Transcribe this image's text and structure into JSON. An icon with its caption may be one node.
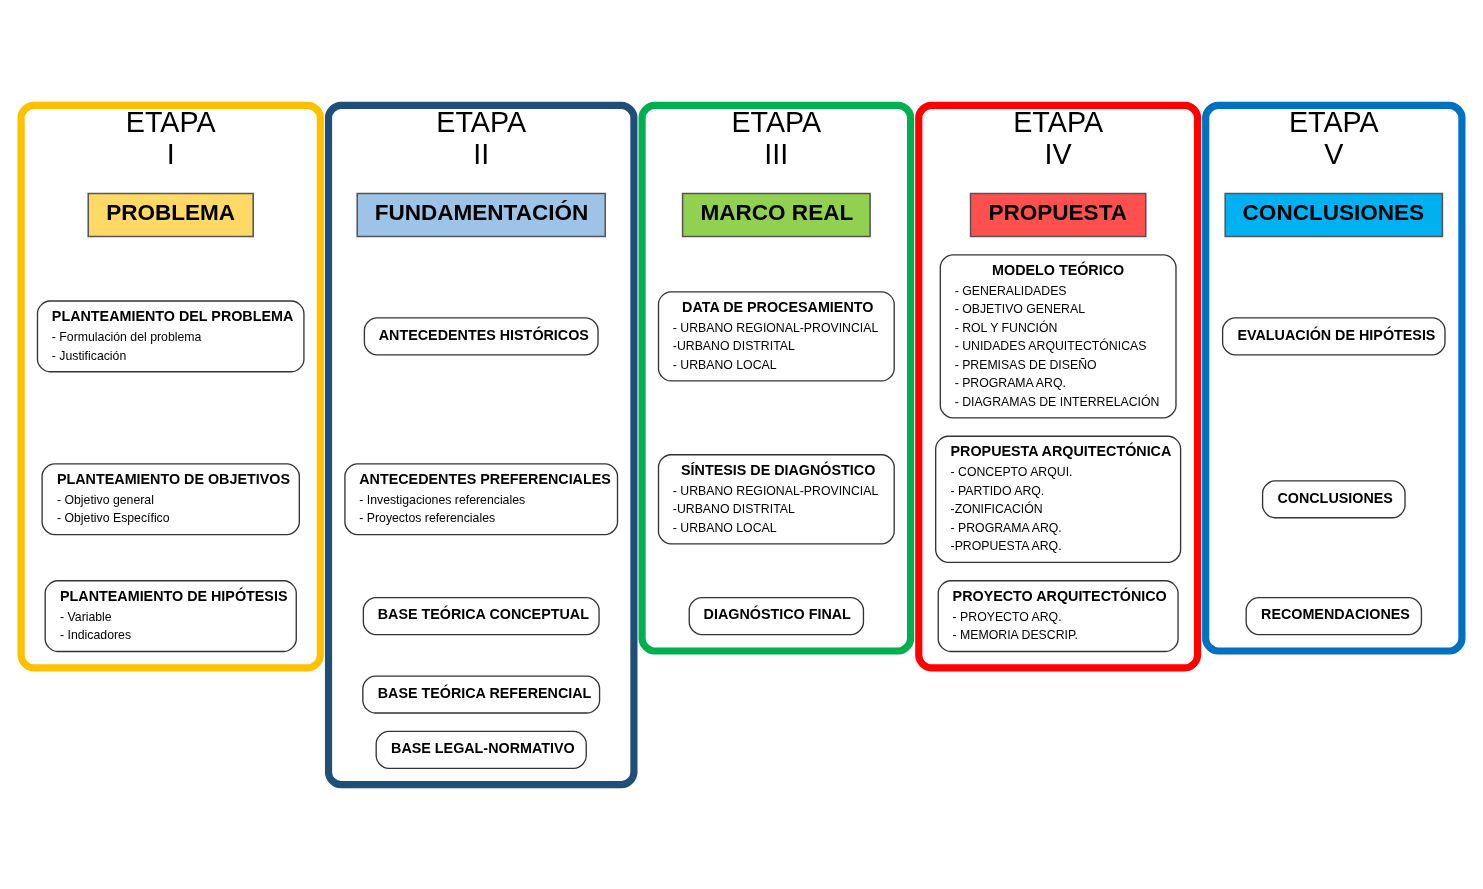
{
  "diagram": {
    "nodes": [
      {
        "text": [
          "ETAPA",
          "I"
        ]
      },
      {
        "text": [
          "PROBLEMA"
        ],
        "in": 0
      },
      {
        "text": [
          "PLANTEAMIENTO DEL PROBLEMA",
          "- Formulación del problema",
          "- Justificación"
        ],
        "in": 0
      },
      {
        "text": [
          "PLANTEAMIENTO DE OBJETIVOS",
          "- Objetivo general",
          "- Objetivo Específico"
        ],
        "in": 0
      },
      {
        "text": [
          "PLANTEAMIENTO DE HIPÓTESIS",
          "- Variable",
          "- Indicadores"
        ],
        "in": 0
      },
      {
        "text": [
          "ETAPA",
          "II"
        ]
      },
      {
        "text": [
          "FUNDAMENTACIÓN"
        ],
        "in": 5
      },
      {
        "text": [
          "ANTECEDENTES HISTÓRICOS"
        ],
        "in": 5
      },
      {
        "text": [
          "ANTECEDENTES PREFERENCIALES",
          "- Investigaciones referenciales",
          "- Proyectos referenciales"
        ],
        "in": 5
      },
      {
        "text": [
          "BASE TEÓRICA CONCEPTUAL"
        ],
        "in": 5
      },
      {
        "text": [
          "BASE TEÓRICA REFERENCIAL"
        ],
        "in": 5
      },
      {
        "text": [
          "BASE LEGAL-NORMATIVO"
        ],
        "in": 5
      },
      {
        "text": [
          "ETAPA",
          "III"
        ]
      },
      {
        "text": [
          "MARCO REAL"
        ],
        "in": 12
      },
      {
        "text": [
          "DATA DE PROCESAMIENTO",
          "- URBANO REGIONAL-PROVINCIAL",
          "-URBANO DISTRITAL",
          "- URBANO LOCAL"
        ],
        "in": 12
      },
      {
        "text": [
          "SÍNTESIS DE DIAGNÓSTICO",
          "- URBANO REGIONAL-PROVINCIAL",
          "-URBANO DISTRITAL",
          "- URBANO LOCAL"
        ],
        "in": 12
      },
      {
        "text": [
          "DIAGNÓSTICO FINAL"
        ],
        "in": 12
      },
      {
        "text": [
          "ETAPA",
          "IV"
        ]
      },
      {
        "text": [
          "PROPUESTA"
        ],
        "in": 17
      },
      {
        "text": [
          "MODELO TEÓRICO",
          "- GENERALIDADES",
          "- OBJETIVO GENERAL",
          "- ROL Y FUNCIÓN",
          "- UNIDADES ARQUITECTÓNICAS",
          "- PREMISAS DE DISEÑO",
          "- PROGRAMA ARQ.",
          "- DIAGRAMAS DE INTERRELACIÓN"
        ],
        "in": 17
      },
      {
        "text": [
          "PROPUESTA ARQUITECTÓNICA",
          "- CONCEPTO ARQUI.",
          "- PARTIDO ARQ.",
          "-ZONIFICACIÓN",
          "- PROGRAMA ARQ.",
          "-PROPUESTA ARQ."
        ],
        "in": 17
      },
      {
        "text": [
          "PROYECTO ARQUITECTÓNICO",
          "- PROYECTO ARQ.",
          "- MEMORIA DESCRIP."
        ],
        "in": 17
      },
      {
        "text": [
          "ETAPA",
          "V"
        ]
      },
      {
        "text": [
          "CONCLUSIONES"
        ],
        "in": 22
      },
      {
        "text": [
          "EVALUACIÓN DE HIPÓTESIS"
        ],
        "in": 22
      },
      {
        "text": [
          "CONCLUSIONES"
        ],
        "in": 22
      },
      {
        "text": [
          "RECOMENDACIONES"
        ],
        "in": 22
      }
    ],
    "edges": []
  }
}
